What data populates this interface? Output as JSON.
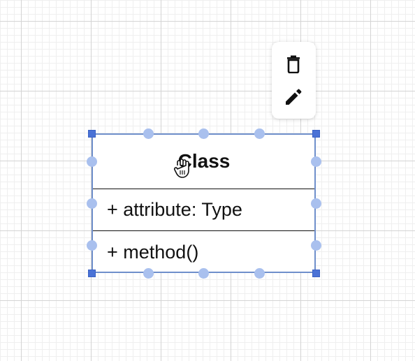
{
  "toolbar": {
    "delete_icon": "trash-icon",
    "edit_icon": "pencil-icon"
  },
  "uml_class": {
    "name": "Class",
    "attribute": "+ attribute: Type",
    "method": "+ method()"
  },
  "colors": {
    "selection": "#6f8fcb",
    "handle_corner": "#4a72d6",
    "handle_edge": "#a9c0ee",
    "grid_major": "#d4d4d4",
    "grid_minor": "#efefef"
  },
  "cursor": "grab-hand-icon"
}
